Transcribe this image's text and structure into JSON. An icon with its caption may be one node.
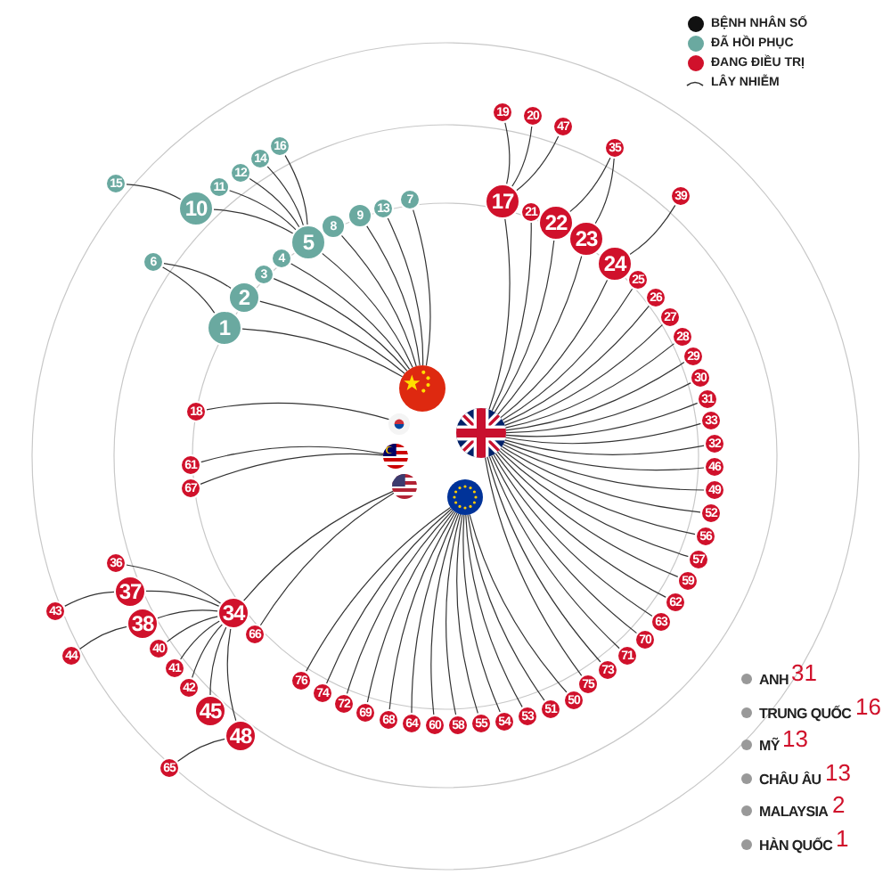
{
  "diagram": {
    "nodes": [
      {
        "text": [],
        "shape": "flag"
      },
      {
        "text": [],
        "shape": "flag"
      },
      {
        "text": [],
        "shape": "flag"
      },
      {
        "text": [],
        "shape": "flag"
      },
      {
        "text": [],
        "shape": "flag"
      },
      {
        "text": [],
        "shape": "flag"
      },
      {
        "text": [
          "1"
        ]
      },
      {
        "text": [
          "2"
        ]
      },
      {
        "text": [
          "3"
        ]
      },
      {
        "text": [
          "4"
        ]
      },
      {
        "text": [
          "5"
        ]
      },
      {
        "text": [
          "6"
        ]
      },
      {
        "text": [
          "7"
        ]
      },
      {
        "text": [
          "8"
        ]
      },
      {
        "text": [
          "9"
        ]
      },
      {
        "text": [
          "10"
        ]
      },
      {
        "text": [
          "11"
        ]
      },
      {
        "text": [
          "12"
        ]
      },
      {
        "text": [
          "13"
        ]
      },
      {
        "text": [
          "14"
        ]
      },
      {
        "text": [
          "15"
        ]
      },
      {
        "text": [
          "16"
        ]
      },
      {
        "text": [
          "17"
        ]
      },
      {
        "text": [
          "18"
        ]
      },
      {
        "text": [
          "19"
        ]
      },
      {
        "text": [
          "20"
        ]
      },
      {
        "text": [
          "21"
        ]
      },
      {
        "text": [
          "22"
        ]
      },
      {
        "text": [
          "23"
        ]
      },
      {
        "text": [
          "24"
        ]
      },
      {
        "text": [
          "25"
        ]
      },
      {
        "text": [
          "26"
        ]
      },
      {
        "text": [
          "27"
        ]
      },
      {
        "text": [
          "28"
        ]
      },
      {
        "text": [
          "29"
        ]
      },
      {
        "text": [
          "30"
        ]
      },
      {
        "text": [
          "31"
        ]
      },
      {
        "text": [
          "32"
        ]
      },
      {
        "text": [
          "33"
        ]
      },
      {
        "text": [
          "34"
        ]
      },
      {
        "text": [
          "35"
        ]
      },
      {
        "text": [
          "36"
        ]
      },
      {
        "text": [
          "37"
        ]
      },
      {
        "text": [
          "38"
        ]
      },
      {
        "text": [
          "39"
        ]
      },
      {
        "text": [
          "40"
        ]
      },
      {
        "text": [
          "41"
        ]
      },
      {
        "text": [
          "42"
        ]
      },
      {
        "text": [
          "43"
        ]
      },
      {
        "text": [
          "44"
        ]
      },
      {
        "text": [
          "45"
        ]
      },
      {
        "text": [
          "46"
        ]
      },
      {
        "text": [
          "47"
        ]
      },
      {
        "text": [
          "48"
        ]
      },
      {
        "text": [
          "49"
        ]
      },
      {
        "text": [
          "50"
        ]
      },
      {
        "text": [
          "51"
        ]
      },
      {
        "text": [
          "52"
        ]
      },
      {
        "text": [
          "53"
        ]
      },
      {
        "text": [
          "54"
        ]
      },
      {
        "text": [
          "55"
        ]
      },
      {
        "text": [
          "56"
        ]
      },
      {
        "text": [
          "57"
        ]
      },
      {
        "text": [
          "58"
        ]
      },
      {
        "text": [
          "59"
        ]
      },
      {
        "text": [
          "60"
        ]
      },
      {
        "text": [
          "61"
        ]
      },
      {
        "text": [
          "62"
        ]
      },
      {
        "text": [
          "63"
        ]
      },
      {
        "text": [
          "64"
        ]
      },
      {
        "text": [
          "65"
        ]
      },
      {
        "text": [
          "66"
        ]
      },
      {
        "text": [
          "67"
        ]
      },
      {
        "text": [
          "68"
        ]
      },
      {
        "text": [
          "69"
        ]
      },
      {
        "text": [
          "70"
        ]
      },
      {
        "text": [
          "71"
        ]
      },
      {
        "text": [
          "72"
        ]
      },
      {
        "text": [
          "73"
        ]
      },
      {
        "text": [
          "74"
        ]
      },
      {
        "text": [
          "75"
        ]
      },
      {
        "text": [
          "76"
        ]
      }
    ],
    "edges": [
      {
        "from": 0,
        "to": 6,
        "arrow": "none"
      },
      {
        "from": 0,
        "to": 7,
        "arrow": "none"
      },
      {
        "from": 0,
        "to": 8,
        "arrow": "none"
      },
      {
        "from": 0,
        "to": 9,
        "arrow": "none"
      },
      {
        "from": 0,
        "to": 10,
        "arrow": "none"
      },
      {
        "from": 0,
        "to": 12,
        "arrow": "none"
      },
      {
        "from": 0,
        "to": 13,
        "arrow": "none"
      },
      {
        "from": 0,
        "to": 14,
        "arrow": "none"
      },
      {
        "from": 0,
        "to": 18,
        "arrow": "none"
      },
      {
        "from": 6,
        "to": 11,
        "arrow": "none"
      },
      {
        "from": 7,
        "to": 11,
        "arrow": "none"
      },
      {
        "from": 10,
        "to": 15,
        "arrow": "none"
      },
      {
        "from": 10,
        "to": 16,
        "arrow": "none"
      },
      {
        "from": 10,
        "to": 17,
        "arrow": "none"
      },
      {
        "from": 10,
        "to": 19,
        "arrow": "none"
      },
      {
        "from": 10,
        "to": 21,
        "arrow": "none"
      },
      {
        "from": 15,
        "to": 20,
        "arrow": "none"
      },
      {
        "from": 1,
        "to": 23,
        "arrow": "none"
      },
      {
        "from": 2,
        "to": 22,
        "arrow": "none"
      },
      {
        "from": 2,
        "to": 26,
        "arrow": "none"
      },
      {
        "from": 2,
        "to": 27,
        "arrow": "none"
      },
      {
        "from": 2,
        "to": 28,
        "arrow": "none"
      },
      {
        "from": 2,
        "to": 29,
        "arrow": "none"
      },
      {
        "from": 2,
        "to": 30,
        "arrow": "none"
      },
      {
        "from": 2,
        "to": 31,
        "arrow": "none"
      },
      {
        "from": 2,
        "to": 32,
        "arrow": "none"
      },
      {
        "from": 2,
        "to": 33,
        "arrow": "none"
      },
      {
        "from": 2,
        "to": 34,
        "arrow": "none"
      },
      {
        "from": 2,
        "to": 35,
        "arrow": "none"
      },
      {
        "from": 2,
        "to": 36,
        "arrow": "none"
      },
      {
        "from": 2,
        "to": 38,
        "arrow": "none"
      },
      {
        "from": 2,
        "to": 37,
        "arrow": "none"
      },
      {
        "from": 2,
        "to": 51,
        "arrow": "none"
      },
      {
        "from": 2,
        "to": 54,
        "arrow": "none"
      },
      {
        "from": 2,
        "to": 57,
        "arrow": "none"
      },
      {
        "from": 2,
        "to": 61,
        "arrow": "none"
      },
      {
        "from": 2,
        "to": 62,
        "arrow": "none"
      },
      {
        "from": 2,
        "to": 64,
        "arrow": "none"
      },
      {
        "from": 2,
        "to": 67,
        "arrow": "none"
      },
      {
        "from": 2,
        "to": 68,
        "arrow": "none"
      },
      {
        "from": 2,
        "to": 75,
        "arrow": "none"
      },
      {
        "from": 2,
        "to": 76,
        "arrow": "none"
      },
      {
        "from": 2,
        "to": 78,
        "arrow": "none"
      },
      {
        "from": 2,
        "to": 80,
        "arrow": "none"
      },
      {
        "from": 22,
        "to": 24,
        "arrow": "none"
      },
      {
        "from": 22,
        "to": 25,
        "arrow": "none"
      },
      {
        "from": 22,
        "to": 52,
        "arrow": "none"
      },
      {
        "from": 27,
        "to": 40,
        "arrow": "none"
      },
      {
        "from": 28,
        "to": 40,
        "arrow": "none"
      },
      {
        "from": 29,
        "to": 44,
        "arrow": "none"
      },
      {
        "from": 3,
        "to": 66,
        "arrow": "none"
      },
      {
        "from": 3,
        "to": 72,
        "arrow": "none"
      },
      {
        "from": 4,
        "to": 39,
        "arrow": "none"
      },
      {
        "from": 4,
        "to": 71,
        "arrow": "none"
      },
      {
        "from": 39,
        "to": 41,
        "arrow": "none"
      },
      {
        "from": 39,
        "to": 42,
        "arrow": "none"
      },
      {
        "from": 39,
        "to": 43,
        "arrow": "none"
      },
      {
        "from": 39,
        "to": 45,
        "arrow": "none"
      },
      {
        "from": 39,
        "to": 46,
        "arrow": "none"
      },
      {
        "from": 39,
        "to": 47,
        "arrow": "none"
      },
      {
        "from": 39,
        "to": 50,
        "arrow": "none"
      },
      {
        "from": 39,
        "to": 53,
        "arrow": "none"
      },
      {
        "from": 42,
        "to": 48,
        "arrow": "none"
      },
      {
        "from": 43,
        "to": 49,
        "arrow": "none"
      },
      {
        "from": 53,
        "to": 70,
        "arrow": "none"
      },
      {
        "from": 5,
        "to": 81,
        "arrow": "none"
      },
      {
        "from": 5,
        "to": 79,
        "arrow": "none"
      },
      {
        "from": 5,
        "to": 77,
        "arrow": "none"
      },
      {
        "from": 5,
        "to": 74,
        "arrow": "none"
      },
      {
        "from": 5,
        "to": 73,
        "arrow": "none"
      },
      {
        "from": 5,
        "to": 69,
        "arrow": "none"
      },
      {
        "from": 5,
        "to": 65,
        "arrow": "none"
      },
      {
        "from": 5,
        "to": 63,
        "arrow": "none"
      },
      {
        "from": 5,
        "to": 60,
        "arrow": "none"
      },
      {
        "from": 5,
        "to": 59,
        "arrow": "none"
      },
      {
        "from": 5,
        "to": 58,
        "arrow": "none"
      },
      {
        "from": 5,
        "to": 56,
        "arrow": "none"
      },
      {
        "from": 5,
        "to": 55,
        "arrow": "none"
      }
    ],
    "labels": [
      "ANH",
      "31",
      "TRUNG QUỐC",
      "16",
      "MỸ",
      "13",
      "CHÂU ÂU",
      "13",
      "MALAYSIA",
      "2",
      "HÀN QUỐC",
      "1"
    ],
    "legend": [
      {
        "text": "BỆNH NHÂN SỐ"
      },
      {
        "text": "ĐÃ HỒI PHỤC",
        "color": "#6aa9a0"
      },
      {
        "text": "ĐANG ĐIỀU TRỊ",
        "color": "#d0112b"
      },
      {
        "text": "LÂY NHIỄM"
      }
    ]
  }
}
